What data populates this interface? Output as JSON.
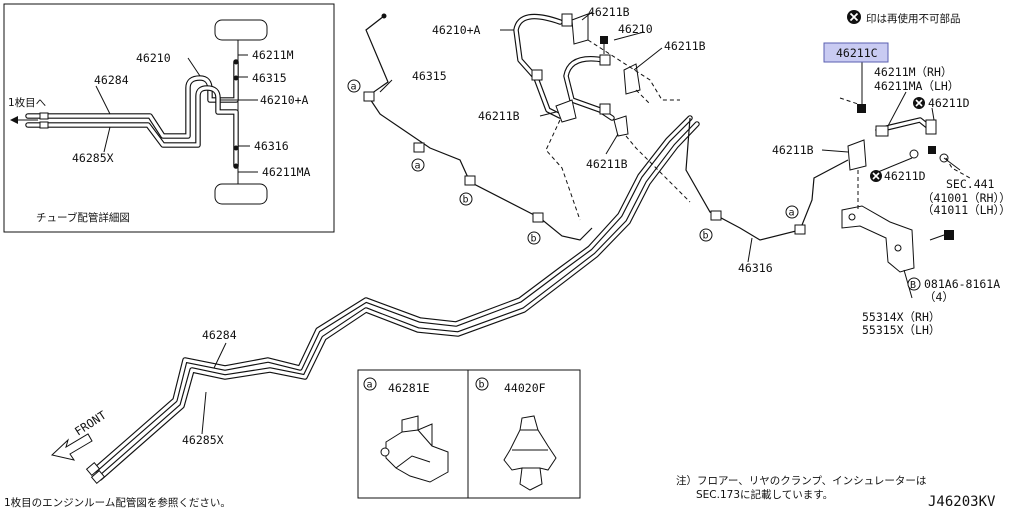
{
  "header_note": "印は再使用不可部品",
  "diagram_code": "J46203KV",
  "footer_left": "1枚目のエンジンルーム配管図を参照ください。",
  "footer_note_line1": "注）フロアー、リヤのクランプ、インシュレーターは",
  "footer_note_line2": "SEC.173に記載しています。",
  "front_label": "FRONT",
  "inset": {
    "title": "チューブ配管詳細図",
    "to_first_sheet": "1枚目へ",
    "labels": {
      "p46210": "46210",
      "p46211M": "46211M",
      "p46315": "46315",
      "p46284": "46284",
      "p46210A": "46210+A",
      "p46285X": "46285X",
      "p46316": "46316",
      "p46211MA": "46211MA"
    }
  },
  "labels": {
    "p46315": "46315",
    "p46210A": "46210+A",
    "p46211B_top": "46211B",
    "p46210": "46210",
    "p46211B_right": "46211B",
    "p46211B_left": "46211B",
    "p46211B_mid": "46211B",
    "p46211C": "46211C",
    "p46211M_rh": "46211M（RH）",
    "p46211MA_lh": "46211MA（LH）",
    "p46211D_a": "46211D",
    "p46211B_rear": "46211B",
    "p46211D_b": "46211D",
    "sec441": "SEC.441",
    "sec441_rh": "（41001（RH））",
    "sec441_lh": "（41011（LH））",
    "p46316": "46316",
    "bolt": "081A6-8161A",
    "bolt_qty": "（4）",
    "p55314X": "55314X（RH）",
    "p55315X": "55315X（LH）",
    "p46284": "46284",
    "p46285X": "46285X"
  },
  "callouts": {
    "a": "a",
    "b": "b",
    "bolt_ref": "B"
  },
  "clips": {
    "a_part": "46281E",
    "b_part": "44020F"
  },
  "colors": {
    "highlight_fill": "#c9cbf2",
    "highlight_stroke": "#5a5fb0",
    "line": "#111111"
  }
}
